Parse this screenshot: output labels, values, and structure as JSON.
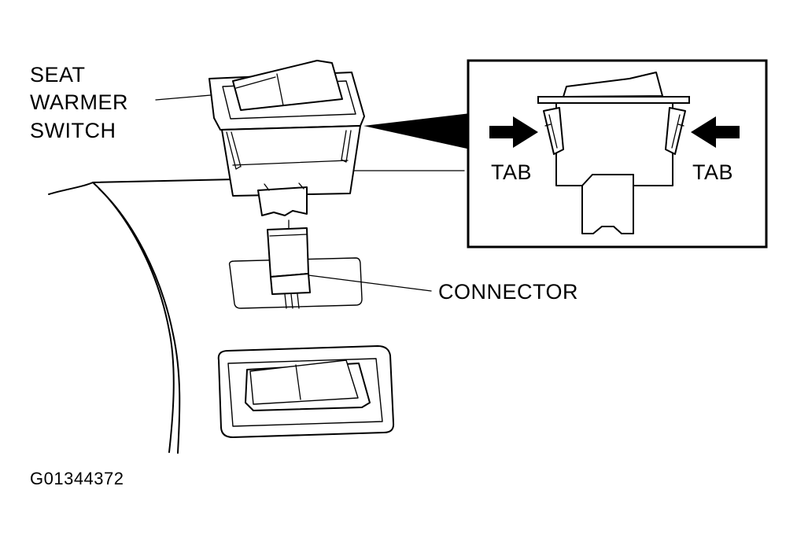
{
  "labels": {
    "switch_line1": "SEAT",
    "switch_line2": "WARMER",
    "switch_line3": "SWITCH",
    "connector": "CONNECTOR",
    "tab_left": "TAB",
    "tab_right": "TAB",
    "figure_id": "G01344372"
  },
  "icons": [
    "seat-warmer-switch-icon",
    "connector-icon",
    "installed-switch-icon",
    "tab-arrow-icon"
  ],
  "colors": {
    "ink": "#000000",
    "paper": "#ffffff"
  }
}
